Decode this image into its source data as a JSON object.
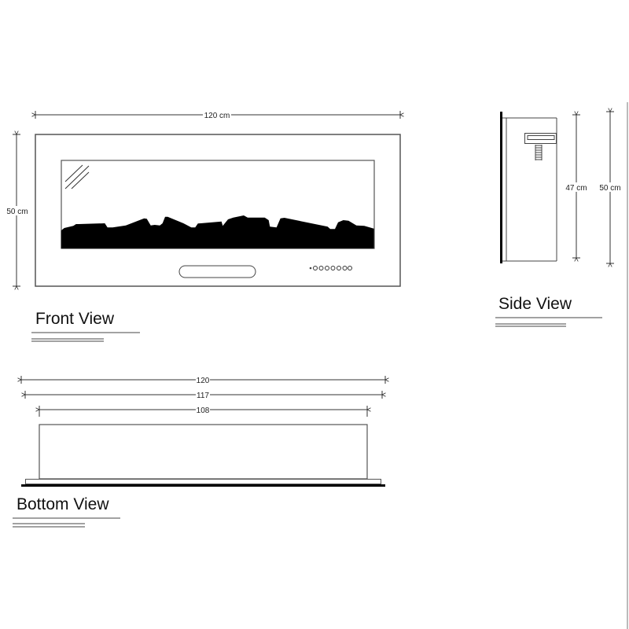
{
  "front_view": {
    "title": "Front View",
    "width_label": "120 cm",
    "height_label": "50 cm",
    "control_buttons": 7
  },
  "side_view": {
    "title": "Side View",
    "inner_height_label": "47 cm",
    "outer_height_label": "50 cm"
  },
  "bottom_view": {
    "title": "Bottom View",
    "overall_width_label": "120",
    "frame_width_label": "117",
    "body_width_label": "108"
  },
  "colors": {
    "line": "#444444",
    "fill": "#000000",
    "background": "#ffffff"
  }
}
